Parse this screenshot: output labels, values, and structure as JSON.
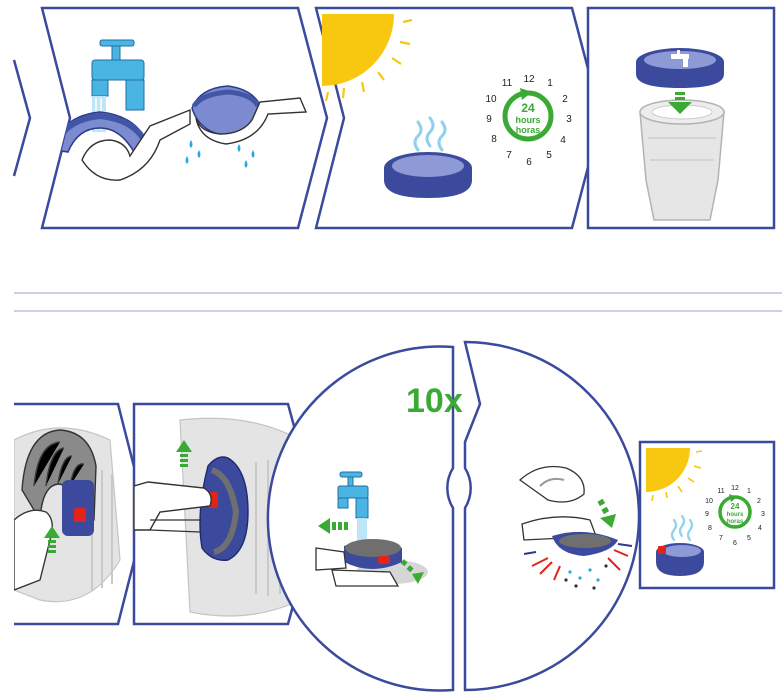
{
  "clock_large": {
    "numbers": [
      "11",
      "12",
      "1",
      "2",
      "3",
      "4",
      "5",
      "6",
      "7",
      "8",
      "9",
      "10"
    ],
    "center_value": "24",
    "center_unit_en": "hours",
    "center_unit_es": "horas"
  },
  "clock_small": {
    "numbers": [
      "11",
      "12",
      "1",
      "2",
      "3",
      "4",
      "5",
      "6",
      "7",
      "8",
      "9",
      "10"
    ],
    "center_value": "24",
    "center_unit_en": "hours",
    "center_unit_es": "horas"
  },
  "repeat_label": "10x",
  "colors": {
    "frame": "#3b4a9c",
    "water": "#2aa9e0",
    "sun": "#f7c80f",
    "arrow_green": "#3aaa35",
    "filter_blue": "#4256a8",
    "filter_light": "#8e9ad6",
    "red": "#e2231a",
    "grey": "#d9d9d9"
  },
  "icons": [
    "tap-icon",
    "sun-icon",
    "clock-icon",
    "steam-icon",
    "arrow-down-icon",
    "arrow-up-icon",
    "hand-icon",
    "water-drop-icon"
  ]
}
